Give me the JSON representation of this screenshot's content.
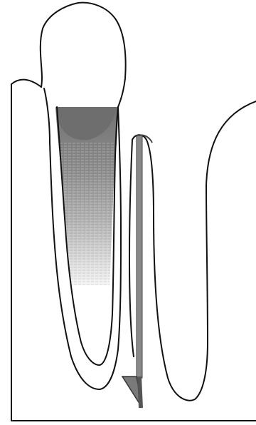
{
  "figure": {
    "kind": "dental-radiograph-sketch",
    "elements": [
      "tooth-crown",
      "alveolar-bone",
      "root-canal-fill",
      "periodontal-probe",
      "adjacent-tooth-root"
    ]
  },
  "colors": {
    "outline": "#111111",
    "fill_dark": "#7d7d7d",
    "fill_light": "#d9d9d9",
    "probe": "#8a8a8a",
    "background": "#ffffff"
  }
}
